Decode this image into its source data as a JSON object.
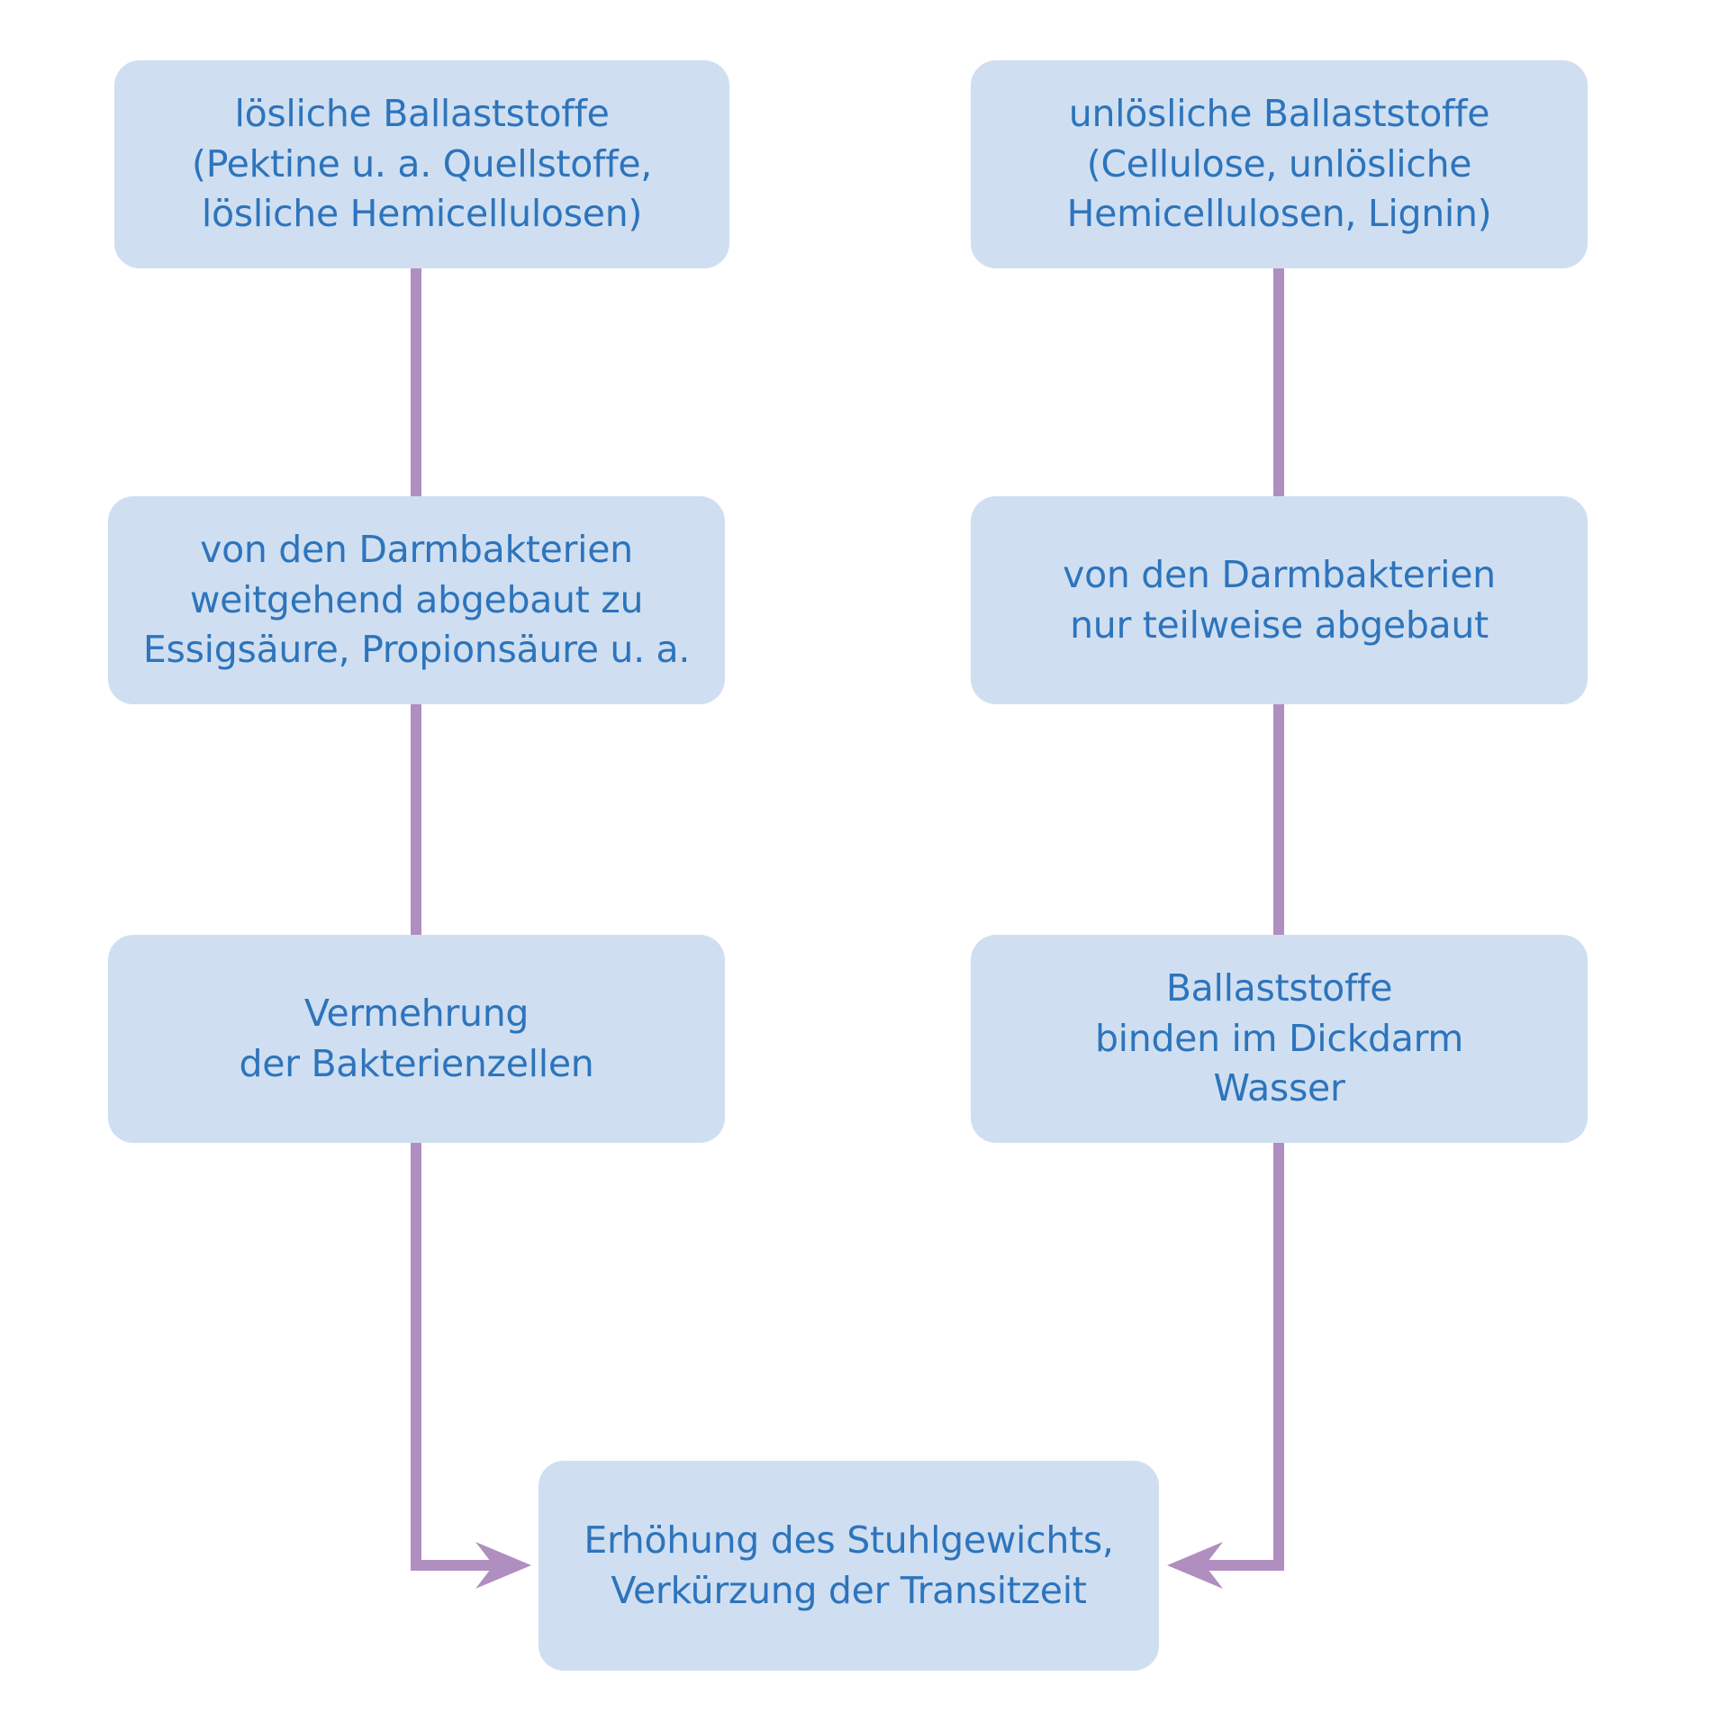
{
  "colors": {
    "box_fill": "#cfdff1",
    "text": "#2d74bc",
    "connector": "#b08ec0",
    "background": "#ffffff"
  },
  "nodes": {
    "soluble_fiber": {
      "lines": [
        "lösliche Ballaststoffe",
        "(Pektine u. a. Quellstoffe,",
        "lösliche Hemicellulosen)"
      ]
    },
    "insoluble_fiber": {
      "lines": [
        "unlösliche Ballaststoffe",
        "(Cellulose, unlösliche",
        "Hemicellulosen, Lignin)"
      ]
    },
    "largely_degraded": {
      "lines": [
        "von den Darmbakterien",
        "weitgehend abgebaut zu",
        "Essigsäure, Propionsäure u. a."
      ]
    },
    "partially_degraded": {
      "lines": [
        "von den Darmbakterien",
        "nur teilweise abgebaut"
      ]
    },
    "bacteria_growth": {
      "lines": [
        "Vermehrung",
        "der Bakterienzellen"
      ]
    },
    "water_binding": {
      "lines": [
        "Ballaststoffe",
        "binden im Dickdarm",
        "Wasser"
      ]
    },
    "outcome": {
      "lines": [
        "Erhöhung des Stuhlgewichts,",
        "Verkürzung der Transitzeit"
      ]
    }
  },
  "edges": [
    {
      "from": "soluble_fiber",
      "to": "largely_degraded",
      "arrow": false
    },
    {
      "from": "largely_degraded",
      "to": "bacteria_growth",
      "arrow": false
    },
    {
      "from": "bacteria_growth",
      "to": "outcome",
      "arrow": true
    },
    {
      "from": "insoluble_fiber",
      "to": "partially_degraded",
      "arrow": false
    },
    {
      "from": "partially_degraded",
      "to": "water_binding",
      "arrow": false
    },
    {
      "from": "water_binding",
      "to": "outcome",
      "arrow": true
    }
  ]
}
